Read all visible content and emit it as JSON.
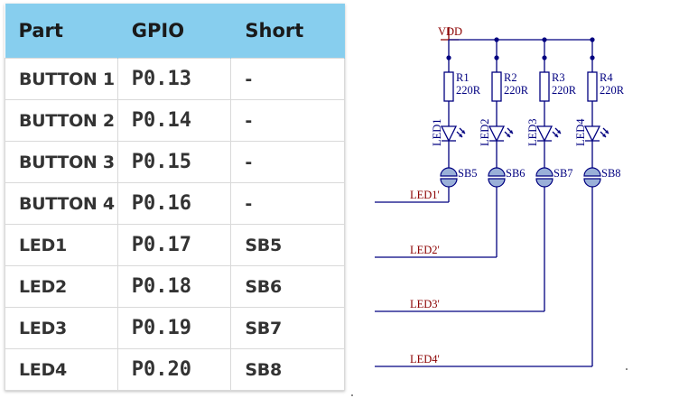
{
  "table": {
    "headers": [
      "Part",
      "GPIO",
      "Short"
    ],
    "rows": [
      [
        "BUTTON 1",
        "P0.13",
        "-"
      ],
      [
        "BUTTON 2",
        "P0.14",
        "-"
      ],
      [
        "BUTTON 3",
        "P0.15",
        "-"
      ],
      [
        "BUTTON 4",
        "P0.16",
        "-"
      ],
      [
        "LED1",
        "P0.17",
        "SB5"
      ],
      [
        "LED2",
        "P0.18",
        "SB6"
      ],
      [
        "LED3",
        "P0.19",
        "SB7"
      ],
      [
        "LED4",
        "P0.20",
        "SB8"
      ]
    ]
  },
  "schematic": {
    "supply": "VDD",
    "colors": {
      "wire": "#000080",
      "net_label": "#8b0000",
      "bridge_fill": "#9ab0d8"
    },
    "channels": [
      {
        "resistor": "R1",
        "value": "220R",
        "led": "LED1",
        "bridge": "SB5",
        "net": "LED1'"
      },
      {
        "resistor": "R2",
        "value": "220R",
        "led": "LED2",
        "bridge": "SB6",
        "net": "LED2'"
      },
      {
        "resistor": "R3",
        "value": "220R",
        "led": "LED3",
        "bridge": "SB7",
        "net": "LED3'"
      },
      {
        "resistor": "R4",
        "value": "220R",
        "led": "LED4",
        "bridge": "SB8",
        "net": "LED4'"
      }
    ]
  }
}
